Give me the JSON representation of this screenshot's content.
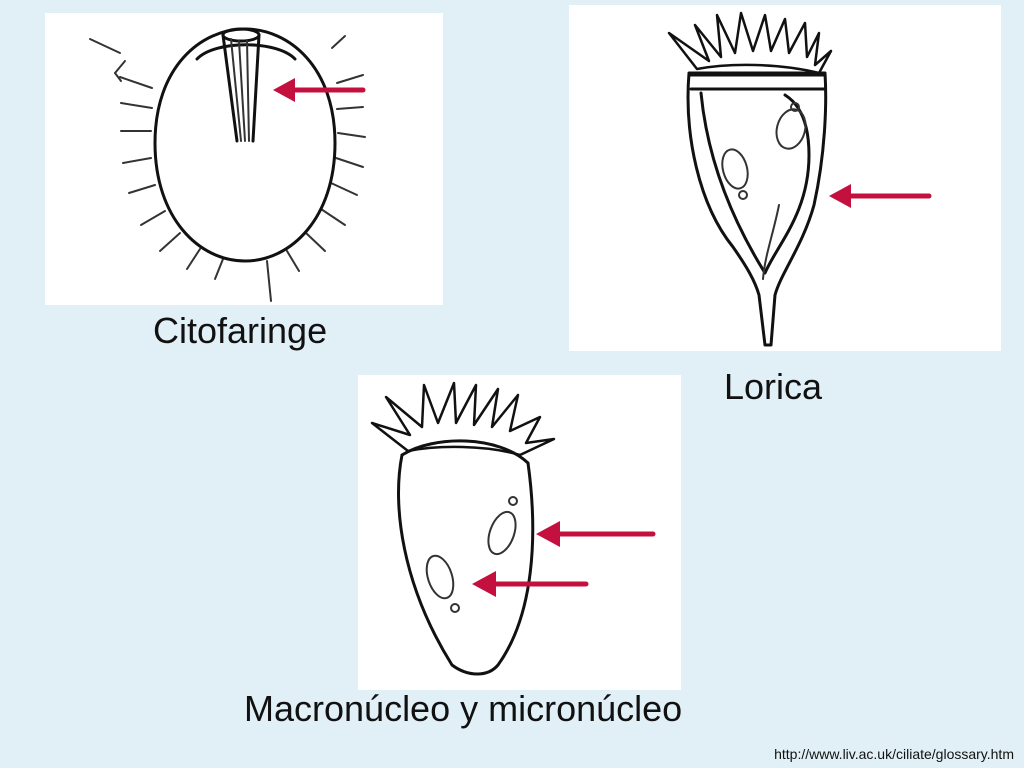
{
  "slide": {
    "background": "#e1f0f7",
    "arrow_color": "#c4103f",
    "source_url": "http://www.liv.ac.uk/ciliate/glossary.htm"
  },
  "figures": [
    {
      "id": "citofaringe",
      "caption": "Citofaringe"
    },
    {
      "id": "lorica",
      "caption": "Lorica"
    },
    {
      "id": "nucleos",
      "caption": "Macronúcleo y micronúcleo"
    }
  ]
}
